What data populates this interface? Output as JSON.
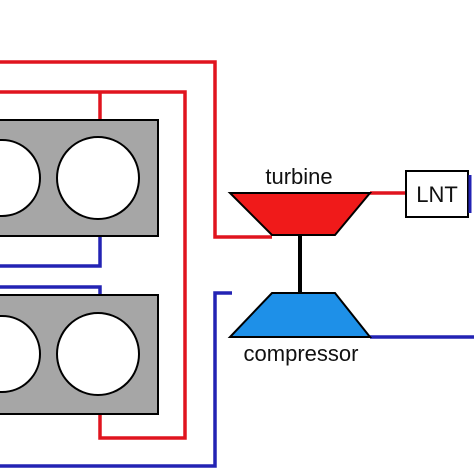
{
  "labels": {
    "turbine": "turbine",
    "compressor": "compressor",
    "lnt": "LNT"
  },
  "colors": {
    "exhaust_line": "#e0141e",
    "intake_line": "#2323b4",
    "turbine_fill": "#f01a1a",
    "compressor_fill": "#1e90e8",
    "engine_block": "#a6a6a6",
    "cylinder_fill": "#ffffff",
    "outline": "#000000",
    "shaft": "#000000"
  }
}
